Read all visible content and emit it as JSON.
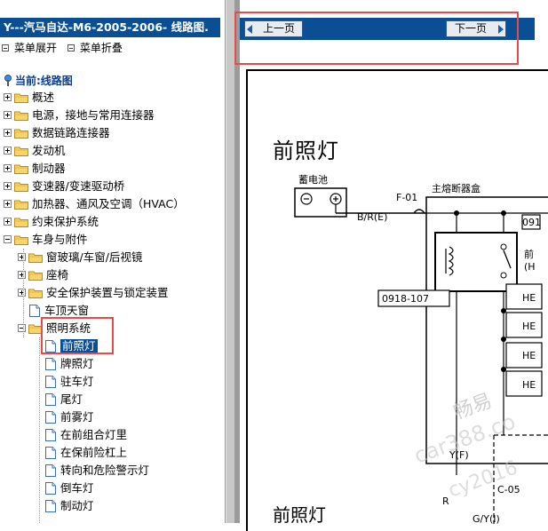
{
  "app": {
    "title": "Y---汽马自达-M6-2005-2006- 线路图."
  },
  "menu": {
    "expand_label": "菜单展开",
    "collapse_label": "菜单折叠"
  },
  "current": {
    "label": "当前:线路图"
  },
  "tree": {
    "items": [
      {
        "label": "概述",
        "level": 0,
        "expanded": false
      },
      {
        "label": "电源，接地与常用连接器",
        "level": 0,
        "expanded": false
      },
      {
        "label": "数据链路连接器",
        "level": 0,
        "expanded": false
      },
      {
        "label": "发动机",
        "level": 0,
        "expanded": false
      },
      {
        "label": "制动器",
        "level": 0,
        "expanded": false
      },
      {
        "label": "变速器/变速驱动桥",
        "level": 0,
        "expanded": false
      },
      {
        "label": "加热器、通风及空调（HVAC）",
        "level": 0,
        "expanded": false
      },
      {
        "label": "约束保护系统",
        "level": 0,
        "expanded": false
      },
      {
        "label": "车身与附件",
        "level": 0,
        "expanded": true
      },
      {
        "label": "窗玻璃/车窗/后视镜",
        "level": 1,
        "expanded": false
      },
      {
        "label": "座椅",
        "level": 1,
        "expanded": false
      },
      {
        "label": "安全保护装置与锁定装置",
        "level": 1,
        "expanded": false
      },
      {
        "label": "车顶天窗",
        "level": 1,
        "type": "doc"
      },
      {
        "label": "照明系统",
        "level": 1,
        "expanded": true
      },
      {
        "label": "前照灯",
        "level": 2,
        "type": "doc",
        "selected": true
      },
      {
        "label": "牌照灯",
        "level": 2,
        "type": "doc"
      },
      {
        "label": "驻车灯",
        "level": 2,
        "type": "doc"
      },
      {
        "label": "尾灯",
        "level": 2,
        "type": "doc"
      },
      {
        "label": "前雾灯",
        "level": 2,
        "type": "doc"
      },
      {
        "label": "在前组合灯里",
        "level": 2,
        "type": "doc"
      },
      {
        "label": "在保前险杠上",
        "level": 2,
        "type": "doc"
      },
      {
        "label": "转向和危险警示灯",
        "level": 2,
        "type": "doc"
      },
      {
        "label": "倒车灯",
        "level": 2,
        "type": "doc"
      },
      {
        "label": "制动灯",
        "level": 2,
        "type": "doc"
      }
    ]
  },
  "nav": {
    "prev_label": "上一页",
    "next_label": "下一页"
  },
  "diagram": {
    "title": "前照灯",
    "battery_label": "蓄电池",
    "fuse_label": "F-01",
    "fusebox_label": "主熔断器盒",
    "wire_br": "B/R(E)",
    "conn_0918_107": "0918-107",
    "conn_091": "091",
    "front_label": "前",
    "front_h": "(H",
    "he_label": "HE",
    "yf_label": "Y(F)",
    "r_label": "R",
    "c05_label": "C-05",
    "gy_label": "G/Y(I)",
    "lights_label": "前照灯",
    "watermark1": "畅易",
    "watermark2": "car388.co",
    "watermark3": "cy2016"
  },
  "colors": {
    "title_bar": "#0a4f93",
    "selection": "#0a4f93",
    "highlight": "#e84a4a"
  }
}
